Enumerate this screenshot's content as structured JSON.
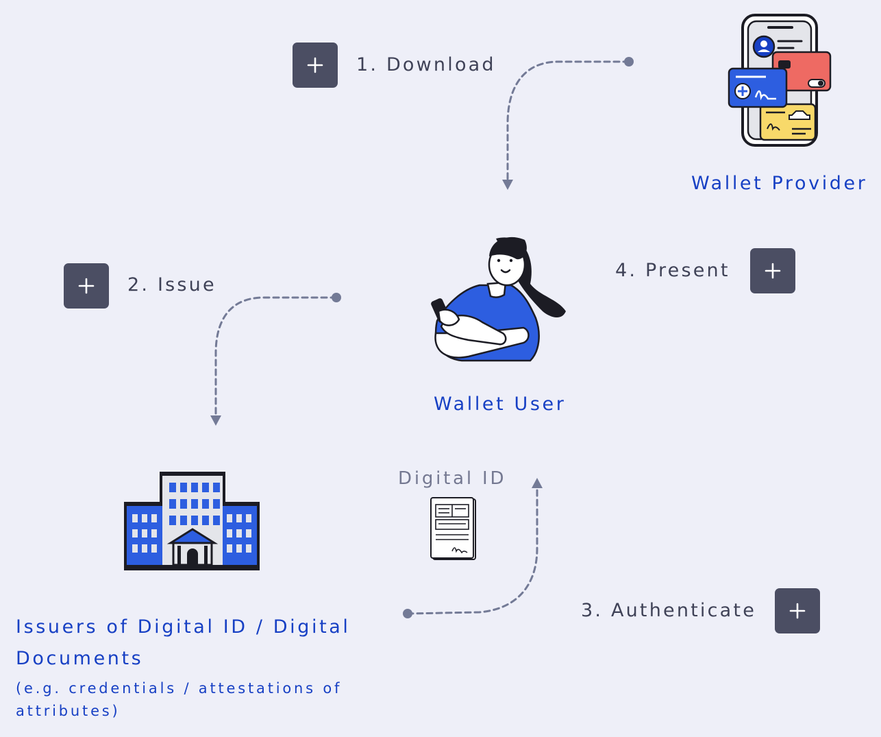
{
  "steps": {
    "download": "1. Download",
    "issue": "2. Issue",
    "authenticate": "3. Authenticate",
    "present": "4. Present"
  },
  "actors": {
    "wallet_provider": "Wallet Provider",
    "wallet_user": "Wallet User",
    "issuer_title": "Issuers of Digital ID / Digital Documents",
    "issuer_subtitle": "(e.g. credentials / attestations of attributes)"
  },
  "document_label": "Digital ID",
  "icons": [
    "plus-icon",
    "phone-wallet-icon",
    "woman-with-phone-icon",
    "government-building-icon",
    "document-icon"
  ],
  "colors": {
    "background": "#eeeff8",
    "accent_blue": "#1740c4",
    "button_dark": "#4b4e63",
    "connector": "#737a96"
  }
}
